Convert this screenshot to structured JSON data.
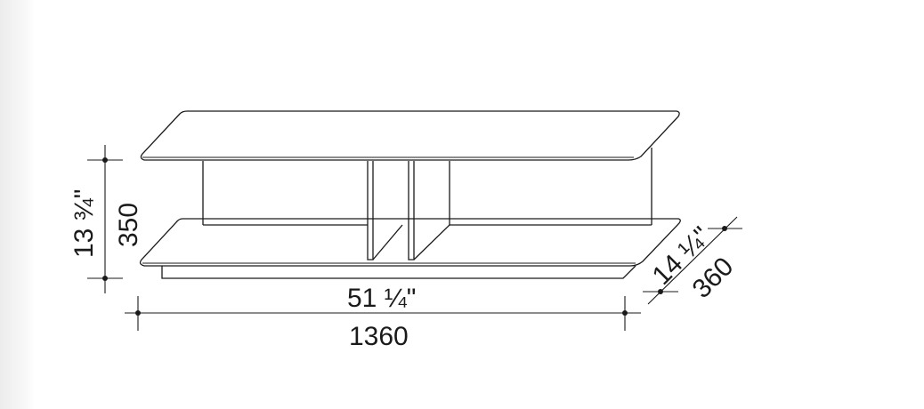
{
  "drawing": {
    "subject": "low sideboard / TV stand with two shelves and vertical panels",
    "dimensions": {
      "height": {
        "mm": "350",
        "inches": "13 ¾\""
      },
      "width": {
        "mm": "1360",
        "inches": "51 ¼\""
      },
      "depth": {
        "mm": "360",
        "inches": "14 ¼\""
      }
    },
    "colors": {
      "line": "#1a1a1a",
      "background": "#ffffff"
    }
  }
}
